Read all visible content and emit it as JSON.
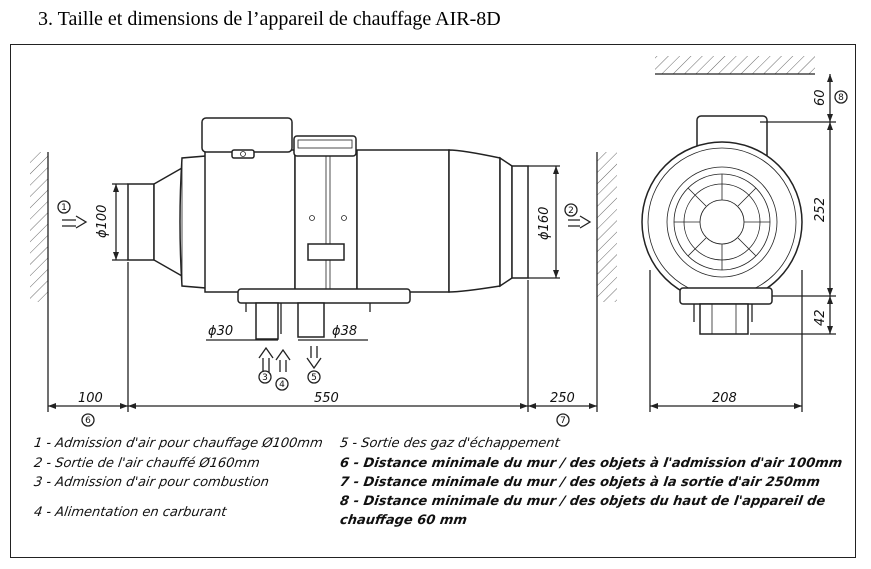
{
  "title": "3.  Taille et dimensions de l’appareil de chauffage AIR-8D",
  "dimensions": {
    "d_inlet": "ϕ100",
    "d_outlet": "ϕ160",
    "d_combustion": "ϕ30",
    "d_exhaust": "ϕ38",
    "dist_left": "100",
    "length": "550",
    "dist_right": "250",
    "width": "208",
    "top_clear": "60",
    "height_main": "252",
    "height_bottom": "42"
  },
  "markers": {
    "m1": "1",
    "m2": "2",
    "m3": "3",
    "m4": "4",
    "m5": "5",
    "m6": "6",
    "m7": "7",
    "m8": "8"
  },
  "legend": {
    "item1": "1 - Admission d'air pour chauffage Ø100mm",
    "item2": "2 - Sortie de l'air chauffé Ø160mm",
    "item3": "3 - Admission d'air pour combustion",
    "item4": "4 - Alimentation en carburant",
    "item5": "5 - Sortie des gaz d'échappement",
    "item6": "6 - Distance minimale du mur / des objets à l'admission d'air 100mm",
    "item7": "7 - Distance minimale du mur / des objets à la sortie d'air 250mm",
    "item8a": "8 - Distance minimale du mur / des objets du haut de l'appareil de",
    "item8b": "chauffage 60 mm"
  }
}
